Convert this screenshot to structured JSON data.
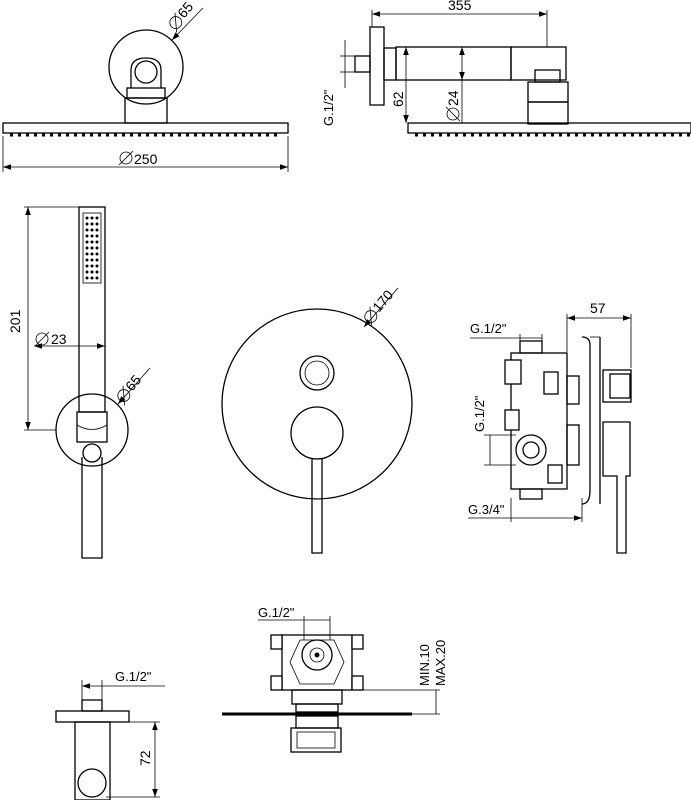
{
  "dimensions": {
    "shower_head_width": "250",
    "arm_length": "355",
    "arm_height": "62",
    "arm_diameter": "24",
    "arm_thread": "G.1/2\"",
    "wall_flange_diameter": "65",
    "hand_shower_length": "201",
    "hand_shower_diameter": "23",
    "holder_diameter": "65",
    "mixer_plate_diameter": "170",
    "valve_depth": "57",
    "valve_top_thread": "G.1/2\"",
    "valve_side_thread": "G.1/2\"",
    "valve_inlet_thread": "G.3/4\"",
    "valve_top_view_thread": "G.1/2\"",
    "valve_min_depth": "MIN.10",
    "valve_max_depth": "MAX.20",
    "outlet_thread": "G.1/2\"",
    "outlet_height": "72"
  }
}
